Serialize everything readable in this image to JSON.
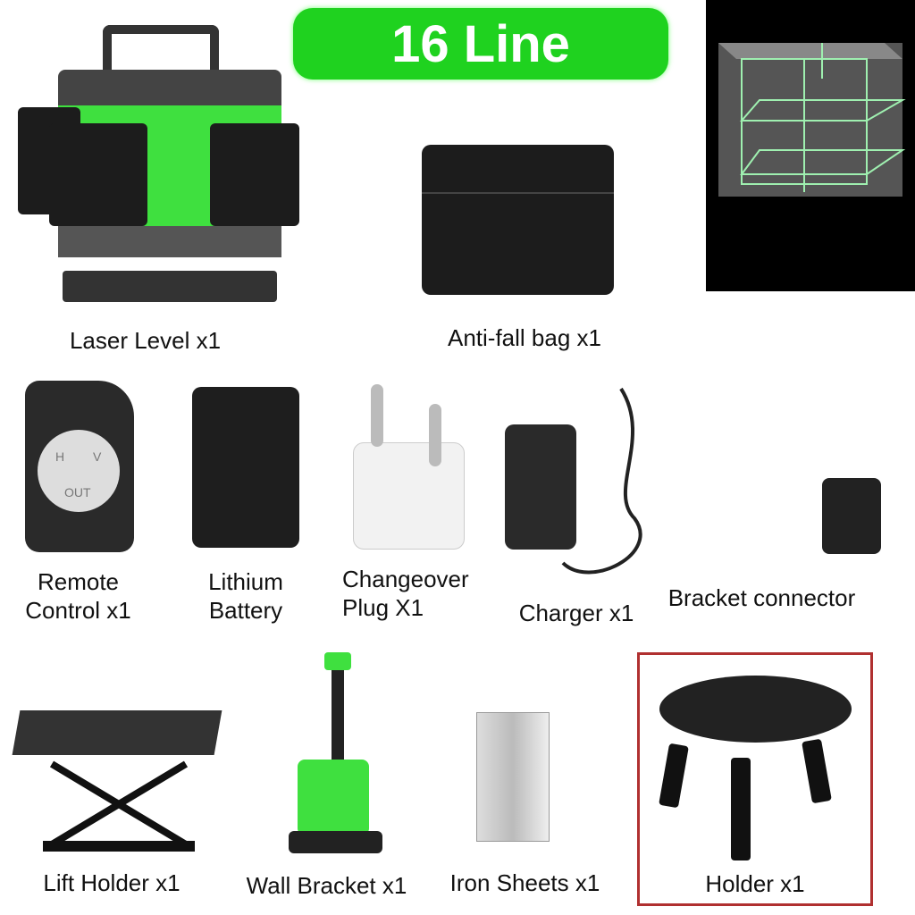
{
  "banner": {
    "title": "16 Line"
  },
  "items": [
    {
      "label": "Laser Level x1"
    },
    {
      "label": "Anti-fall bag x1"
    },
    {
      "label": "Remote Control x1",
      "lines": [
        "Remote",
        "Control x1"
      ]
    },
    {
      "label": "Lithium Battery",
      "lines": [
        "Lithium",
        "Battery"
      ]
    },
    {
      "label": "Changeover Plug X1",
      "lines": [
        "Changeover",
        "Plug X1"
      ]
    },
    {
      "label": "Charger x1"
    },
    {
      "label": "Bracket connector"
    },
    {
      "label": "Lift Holder x1"
    },
    {
      "label": "Wall Bracket x1"
    },
    {
      "label": "Iron Sheets x1"
    },
    {
      "label": "Holder x1"
    }
  ],
  "remote_buttons": {
    "h": "H",
    "v": "V",
    "out": "OUT"
  },
  "colors": {
    "accent": "#1fd21f",
    "highlight": "#b03030",
    "laser": "#9ff0b0"
  }
}
